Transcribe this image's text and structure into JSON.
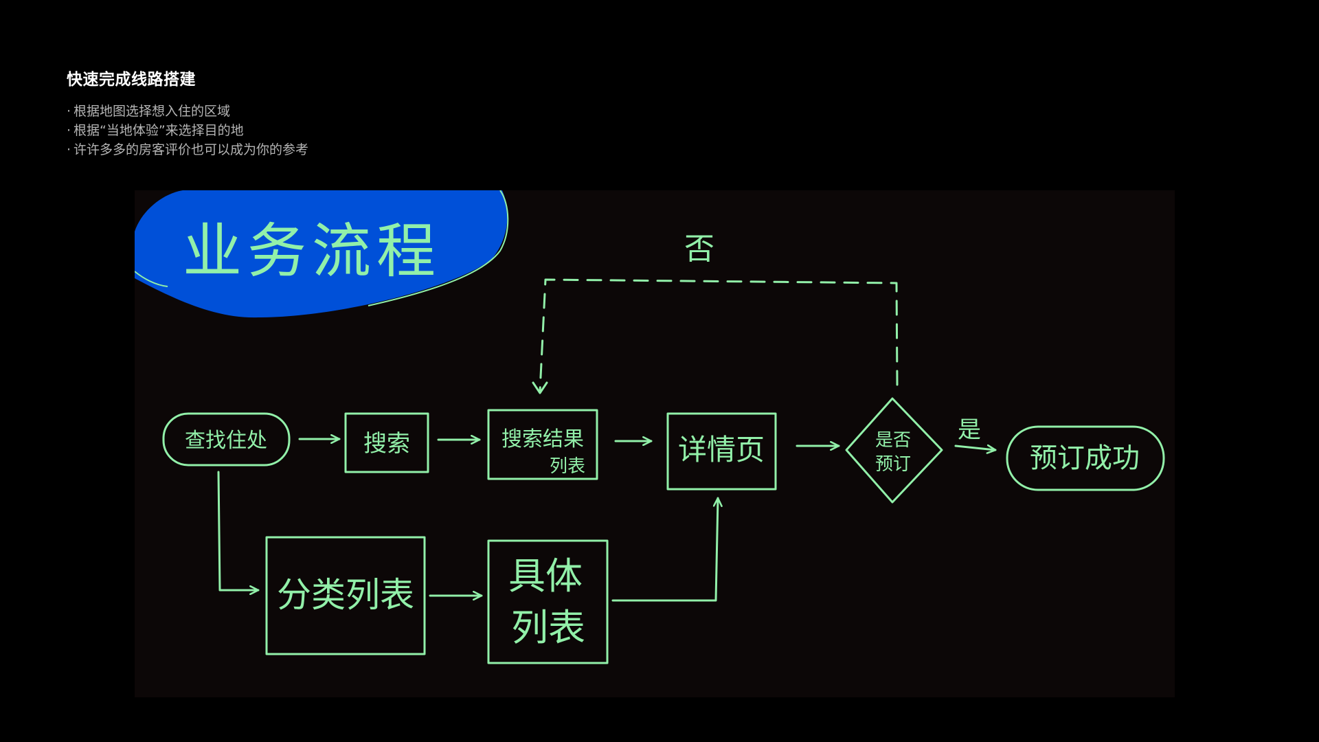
{
  "header": {
    "title": "快速完成线路搭建",
    "bullets": [
      "根据地图选择想入住的区域",
      "根据“当地体验”来选择目的地",
      "许许多多的房客评价也可以成为你的参考"
    ]
  },
  "diagram": {
    "banner_title": "业务流程",
    "colors": {
      "stroke": "#92f0a9",
      "banner": "#0050d8",
      "background": "#0c0707"
    },
    "nodes": {
      "start": "查找住处",
      "search": "搜索",
      "results_line1": "搜索结果",
      "results_line2": "列表",
      "detail": "详情页",
      "decision_line1": "是否",
      "decision_line2": "预订",
      "success": "预订成功",
      "category": "分类列表",
      "specific_line1": "具体",
      "specific_line2": "列表"
    },
    "edge_labels": {
      "yes": "是",
      "no": "否"
    }
  }
}
